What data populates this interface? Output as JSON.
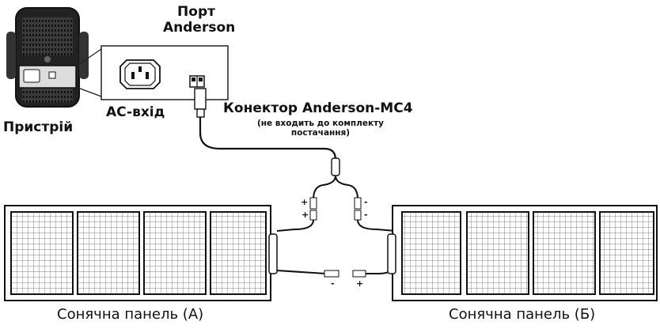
{
  "labels": {
    "port_line1": "Порт",
    "port_line2": "Anderson",
    "ac_input": "AC-вхід",
    "device": "Пристрій",
    "connector": "Конектор Anderson-MC4",
    "note_line1": "(не входить до комплекту",
    "note_line2": "постачання)",
    "panel_a": "Сонячна панель (А)",
    "panel_b": "Сонячна панель (Б)"
  },
  "polarity": {
    "plus": "+",
    "minus": "-"
  }
}
